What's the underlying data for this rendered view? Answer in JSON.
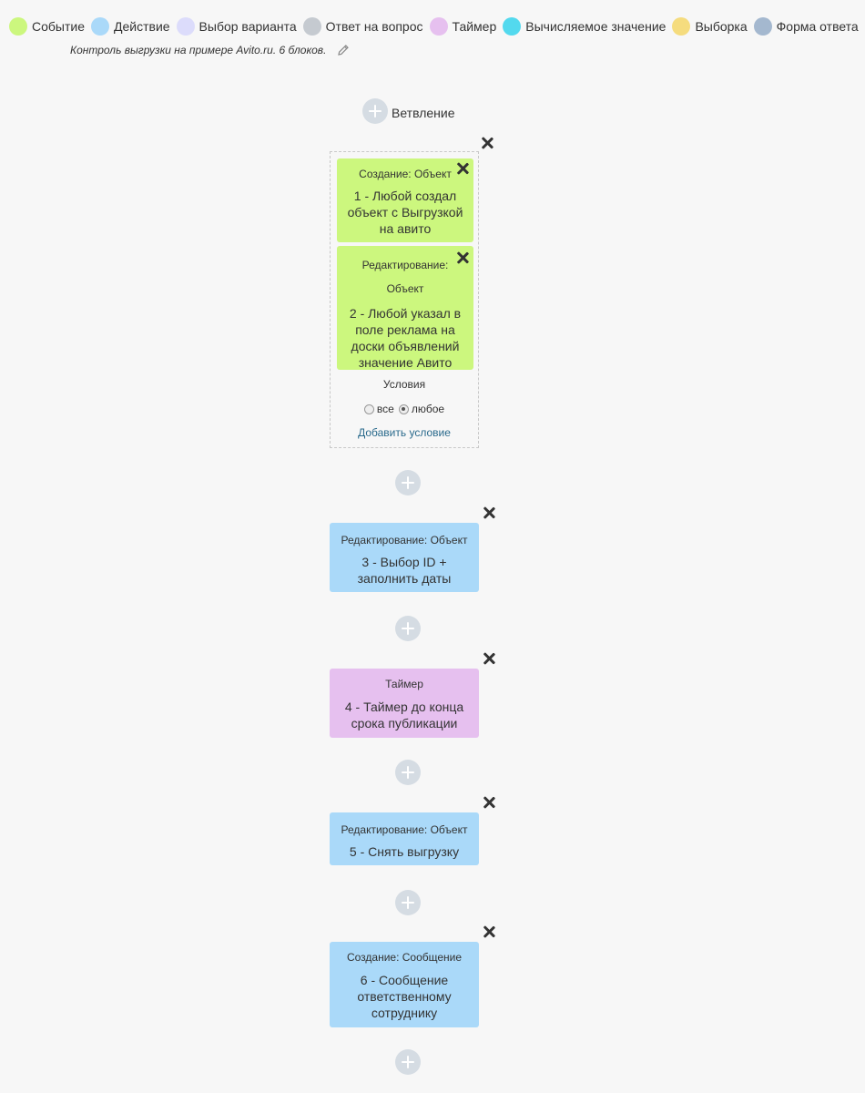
{
  "legend": [
    {
      "label": "Событие",
      "color": "#ccf77e"
    },
    {
      "label": "Действие",
      "color": "#aad9f9"
    },
    {
      "label": "Выбор варианта",
      "color": "#dcdcfb"
    },
    {
      "label": "Ответ на вопрос",
      "color": "#c5cad0"
    },
    {
      "label": "Таймер",
      "color": "#e6c0ef"
    },
    {
      "label": "Вычисляемое значение",
      "color": "#53d9ee"
    },
    {
      "label": "Выборка",
      "color": "#f5dc7e"
    },
    {
      "label": "Форма ответа",
      "color": "#a4b8cf"
    }
  ],
  "subtitle": "Контроль выгрузки на примере Avito.ru. 6 блоков.",
  "branch_label": "Ветвление",
  "group": {
    "blocks": [
      {
        "type": "Создание: Объект",
        "title": "1 - Любой создал объект с Выгрузкой на авито"
      },
      {
        "type": "Редактирование: Объект",
        "title": "2 - Любой указал в поле реклама на доски объявлений значение Авито"
      }
    ],
    "conditions_label": "Условия",
    "option_all": "все",
    "option_any": "любое",
    "add_condition": "Добавить условие"
  },
  "blocks": [
    {
      "type": "Редактирование: Объект",
      "title": "3 - Выбор ID + заполнить даты"
    },
    {
      "type": "Таймер",
      "title": "4 - Таймер до конца срока публикации"
    },
    {
      "type": "Редактирование: Объект",
      "title": "5 - Снять выгрузку"
    },
    {
      "type": "Создание: Сообщение",
      "title": "6 - Сообщение ответственному сотруднику"
    }
  ]
}
